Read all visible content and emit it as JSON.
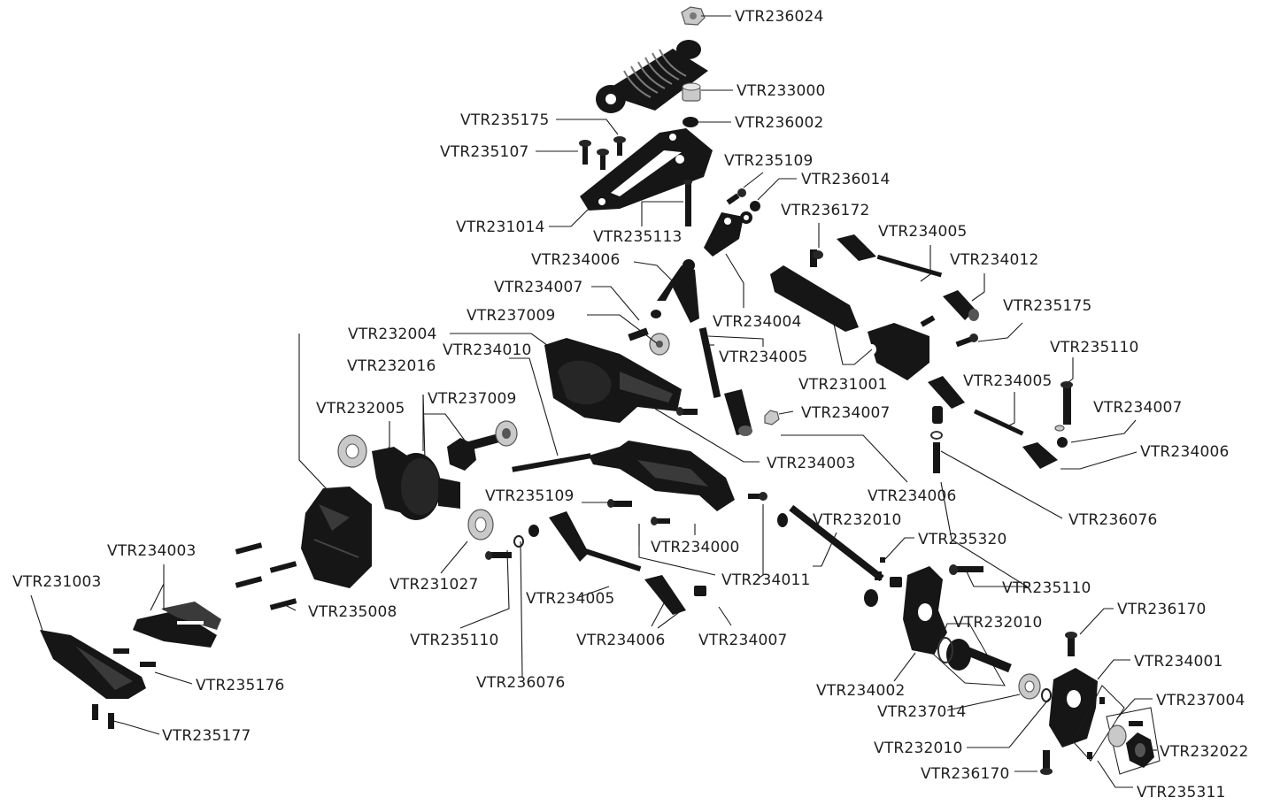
{
  "labels": {
    "l01": "VTR236024",
    "l02": "VTR233000",
    "l03": "VTR236002",
    "l04": "VTR235175",
    "l05": "VTR235107",
    "l06": "VTR231014",
    "l07": "VTR235113",
    "l08": "VTR235109",
    "l09": "VTR236014",
    "l10": "VTR236172",
    "l11": "VTR234005",
    "l12": "VTR234012",
    "l13": "VTR234006",
    "l14": "VTR234007",
    "l15": "VTR234004",
    "l16": "VTR235175",
    "l17": "VTR237009",
    "l18": "VTR232004",
    "l19": "VTR234010",
    "l20": "VTR234005",
    "l21": "VTR235110",
    "l22": "VTR231001",
    "l23": "VTR232016",
    "l24": "VTR234005",
    "l25": "VTR232005",
    "l26": "VTR237009",
    "l27": "VTR234007",
    "l28": "VTR234007",
    "l29": "VTR234003",
    "l30": "VTR234006",
    "l31": "VTR234006",
    "l32": "VTR235109",
    "l33": "VTR232010",
    "l34": "VTR236076",
    "l35": "VTR234000",
    "l36": "VTR235320",
    "l37": "VTR234003",
    "l38": "VTR231003",
    "l39": "VTR231027",
    "l40": "VTR234011",
    "l41": "VTR235110",
    "l42": "VTR235008",
    "l43": "VTR234005",
    "l44": "VTR232010",
    "l45": "VTR236170",
    "l46": "VTR235110",
    "l47": "VTR234006",
    "l48": "VTR234007",
    "l49": "VTR234001",
    "l50": "VTR235176",
    "l51": "VTR236076",
    "l52": "VTR234002",
    "l53": "VTR237004",
    "l54": "VTR237014",
    "l55": "VTR235177",
    "l56": "VTR232010",
    "l57": "VTR232022",
    "l58": "VTR236170",
    "l59": "VTR235311"
  },
  "icons": {
    "nut": "hex-nut-icon",
    "screw": "screw-icon",
    "bearing": "ball-bearing-icon",
    "shock": "shock-absorber-icon"
  },
  "colors": {
    "part": "#1a1a1a",
    "metal": "#c9c9c9",
    "leader": "#1a1a1a",
    "label": "#1f1f1f",
    "background": "#ffffff"
  }
}
